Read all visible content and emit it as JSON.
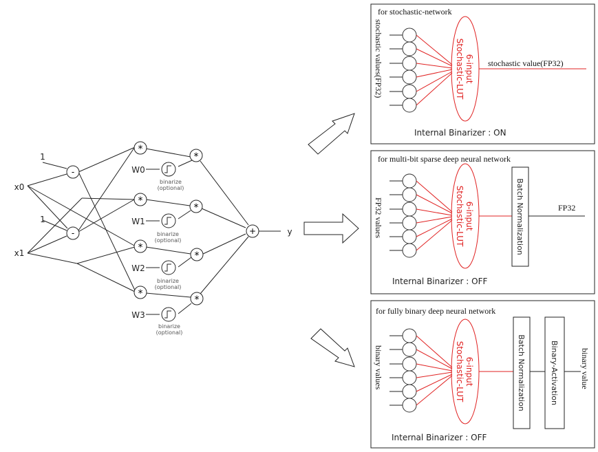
{
  "network": {
    "inputs": [
      "x0",
      "x1"
    ],
    "constants": [
      "1",
      "1"
    ],
    "subtract_op": "-",
    "multiply_op": "*",
    "sum_op": "+",
    "weights": [
      "W0",
      "W1",
      "W2",
      "W3"
    ],
    "binarize_label": [
      "binarize",
      "(optional)"
    ],
    "output": "y"
  },
  "panels": {
    "stochastic": {
      "title": "for stochastic-network",
      "input_label": "stochastic values(FP32)",
      "lut_label": [
        "6-input",
        "Stochastic-LUT"
      ],
      "output_label": "stochastic value(FP32)",
      "binarizer": "Internal Binarizer : ON"
    },
    "multibit": {
      "title": "for multi-bit sparse deep neural network",
      "input_label": "FP32 values",
      "lut_label": [
        "6-input",
        "Stochastic-LUT"
      ],
      "bn_label": "Batch Normalization",
      "output_label": "FP32",
      "binarizer": "Internal Binarizer : OFF"
    },
    "binary": {
      "title": "for fully binary deep neural network",
      "input_label": "binary values",
      "lut_label": [
        "6-input",
        "Stochastic-LUT"
      ],
      "bn_label": "Batch Normalization",
      "act_label": "Binary-Activation",
      "output_label": "binary value",
      "binarizer": "Internal Binarizer : OFF"
    }
  },
  "colors": {
    "lut": "#e02020",
    "line": "#222222"
  }
}
